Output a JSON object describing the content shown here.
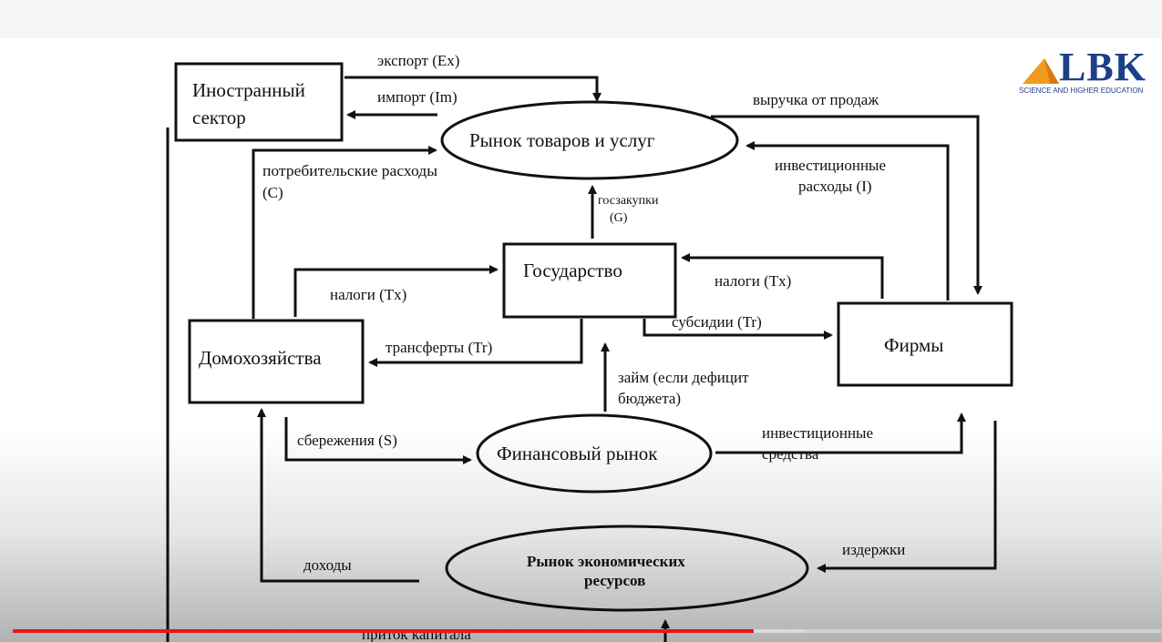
{
  "diagram": {
    "nodes": {
      "foreign_line1": "Иностранный",
      "foreign_line2": "сектор",
      "goods_market": "Рынок товаров и услуг",
      "government": "Государство",
      "households": "Домохозяйства",
      "firms": "Фирмы",
      "financial_market": "Финансовый рынок",
      "resource_market_line1": "Рынок экономических",
      "resource_market_line2": "ресурсов"
    },
    "flows": {
      "export": "экспорт (Ex)",
      "import": "импорт (Im)",
      "consumer_line1": "потребительские расходы",
      "consumer_line2": "(C)",
      "sales_revenue": "выручка от продаж",
      "investment_line1": "инвестиционные",
      "investment_line2": "расходы (I)",
      "procurement_line1": "госзакупки",
      "procurement_line2": "(G)",
      "taxes_households": "налоги (Tx)",
      "taxes_firms": "налоги (Tx)",
      "subsidies": "субсидии (Tr)",
      "transfers": "трансферты (Tr)",
      "loan_line1": "займ (если дефицит",
      "loan_line2": "бюджета)",
      "savings": "сбережения (S)",
      "investment_funds_line1": "инвестиционные",
      "investment_funds_line2": "средства",
      "incomes": "доходы",
      "costs": "издержки",
      "capital_inflow": "приток капитала"
    }
  },
  "logo": {
    "name": "LBK",
    "tagline": "SCIENCE AND HIGHER EDUCATION"
  },
  "player": {
    "progress": 0.645,
    "buffered": 0.69,
    "progress_color": "#e8161e"
  },
  "colors": {
    "ink": "#111111",
    "logo_blue": "#1d3f86",
    "logo_orange": "#f29a1f"
  }
}
